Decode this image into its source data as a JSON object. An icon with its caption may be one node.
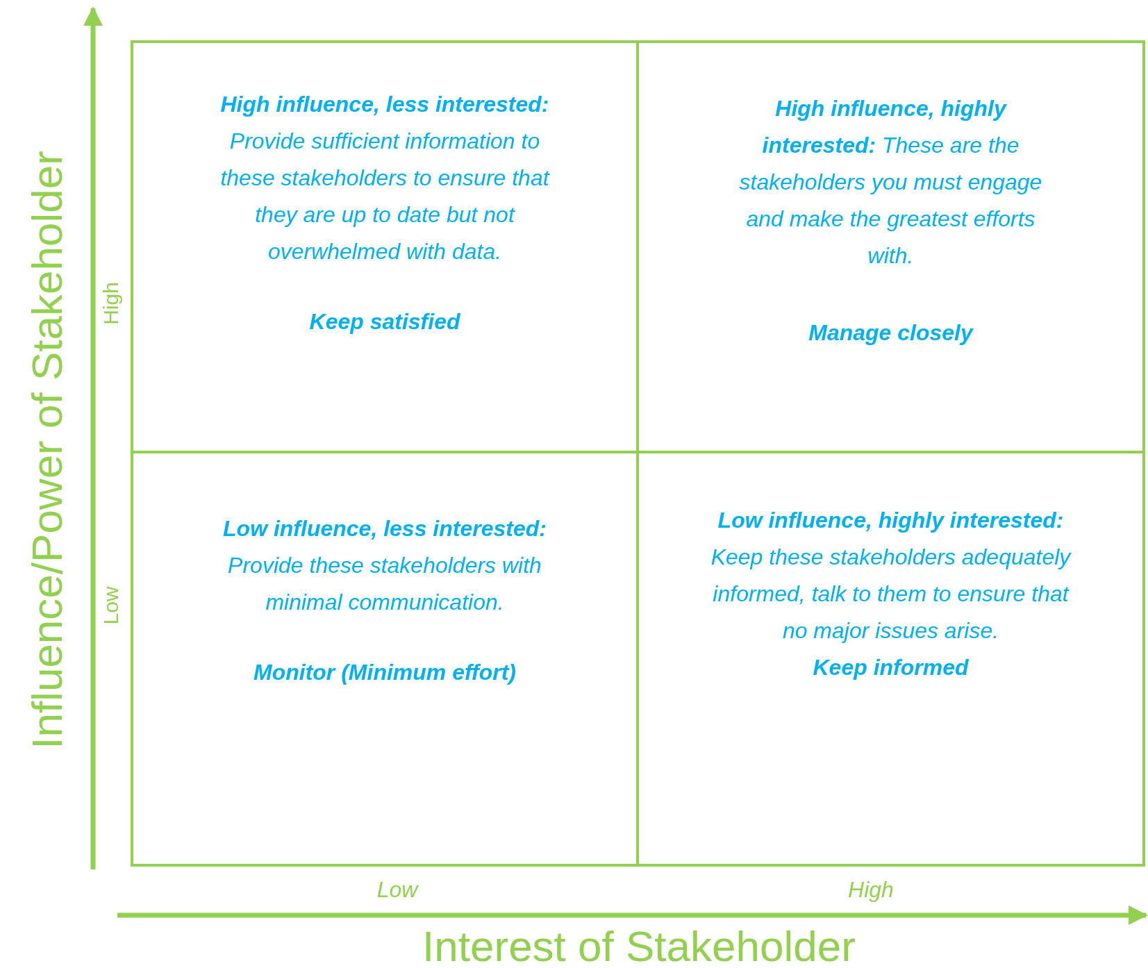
{
  "diagram": {
    "nodes": [
      {
        "text": [
          "**High influence, less interested:** Provide sufficient information to these stakeholders to ensure that they are up to date but not overwhelmed with data.",
          "Keep satisfied"
        ]
      },
      {
        "text": [
          "**High influence, highly interested:** These are the stakeholders you must engage and make the greatest efforts with.",
          "Manage closely"
        ]
      },
      {
        "text": [
          "**Low influence, less interested:** Provide these stakeholders with minimal communication.",
          "Monitor (Minimum effort)"
        ]
      },
      {
        "text": [
          "**Low influence, highly interested:** Keep these stakeholders adequately informed, talk to them to ensure that no major issues arise.",
          "Keep informed"
        ]
      }
    ],
    "labels": [
      "Influence/Power of Stakeholder",
      "High",
      "Low",
      "Low",
      "High",
      "Interest of Stakeholder"
    ]
  }
}
